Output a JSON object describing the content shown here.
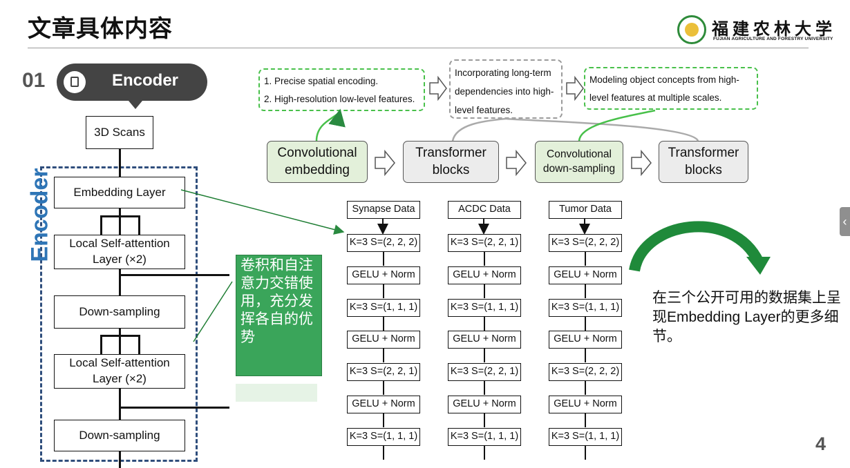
{
  "slide": {
    "title": "文章具体内容",
    "page_number": "4"
  },
  "logo": {
    "name_cn": "福建农林大学",
    "name_en": "FUJIAN AGRICULTURE AND FORESTRY UNIVERSITY"
  },
  "section": {
    "number": "01",
    "label": "Encoder"
  },
  "encoder_flow": {
    "vertical_label": "Encoder",
    "blocks": [
      "3D Scans",
      "Embedding Layer",
      "Local Self-attention\nLayer (×2)",
      "Down-sampling",
      "Local Self-attention\nLayer (×2)",
      "Down-sampling"
    ]
  },
  "features": [
    {
      "line1": "1. Precise spatial encoding.",
      "line2": "2. High-resolution low-level features."
    },
    {
      "line1": "Incorporating long-term",
      "line2": "dependencies into high-",
      "line3": "level features."
    },
    {
      "line1": "Modeling object concepts from high-",
      "line2": "level features at multiple scales."
    }
  ],
  "modules": [
    "Convolutional embedding",
    "Transformer blocks",
    "Convolutional down-sampling",
    "Transformer blocks"
  ],
  "datasets": [
    {
      "name": "Synapse Data",
      "rows": [
        "K=3 S=(2, 2, 2)",
        "GELU + Norm",
        "K=3 S=(1, 1, 1)",
        "GELU + Norm",
        "K=3 S=(2, 2, 1)",
        "GELU + Norm",
        "K=3 S=(1, 1, 1)"
      ]
    },
    {
      "name": "ACDC Data",
      "rows": [
        "K=3 S=(2, 2, 1)",
        "GELU + Norm",
        "K=3 S=(1, 1, 1)",
        "GELU + Norm",
        "K=3 S=(2, 2, 1)",
        "GELU + Norm",
        "K=3 S=(1, 1, 1)"
      ]
    },
    {
      "name": "Tumor Data",
      "rows": [
        "K=3 S=(2, 2, 2)",
        "GELU + Norm",
        "K=3 S=(1, 1, 1)",
        "GELU + Norm",
        "K=3 S=(2, 2, 2)",
        "GELU + Norm",
        "K=3 S=(1, 1, 1)"
      ]
    }
  ],
  "note": "卷积和自注意力交错使用，充分发挥各自的优势",
  "description": "在三个公开可用的数据集上呈现Embedding Layer的更多细节。",
  "colors": {
    "accent_green": "#48c04a",
    "note_green": "#3aa55a",
    "encoder_blue": "#2e75b6",
    "dark_pill": "#444444"
  },
  "icons": [
    "clipboard-icon",
    "chevron-left-icon",
    "curved-arrow-icon",
    "university-seal-icon"
  ]
}
